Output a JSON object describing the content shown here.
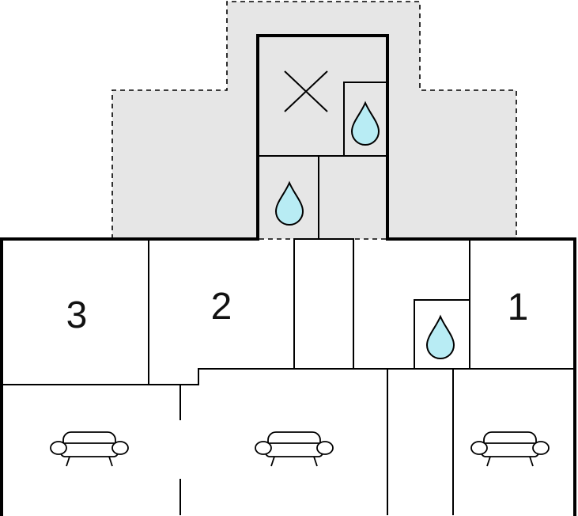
{
  "rooms": {
    "bedroom_1": {
      "label": "1"
    },
    "bedroom_2": {
      "label": "2"
    },
    "bedroom_3": {
      "label": "3"
    }
  },
  "icons": {
    "bathroom": "water-drop-icon",
    "kitchen": "cross-icon",
    "living": "sofa-icon"
  },
  "colors": {
    "outdoor_area": "#e6e6e6",
    "water": "#b8ecf4",
    "walls": "#000000"
  }
}
